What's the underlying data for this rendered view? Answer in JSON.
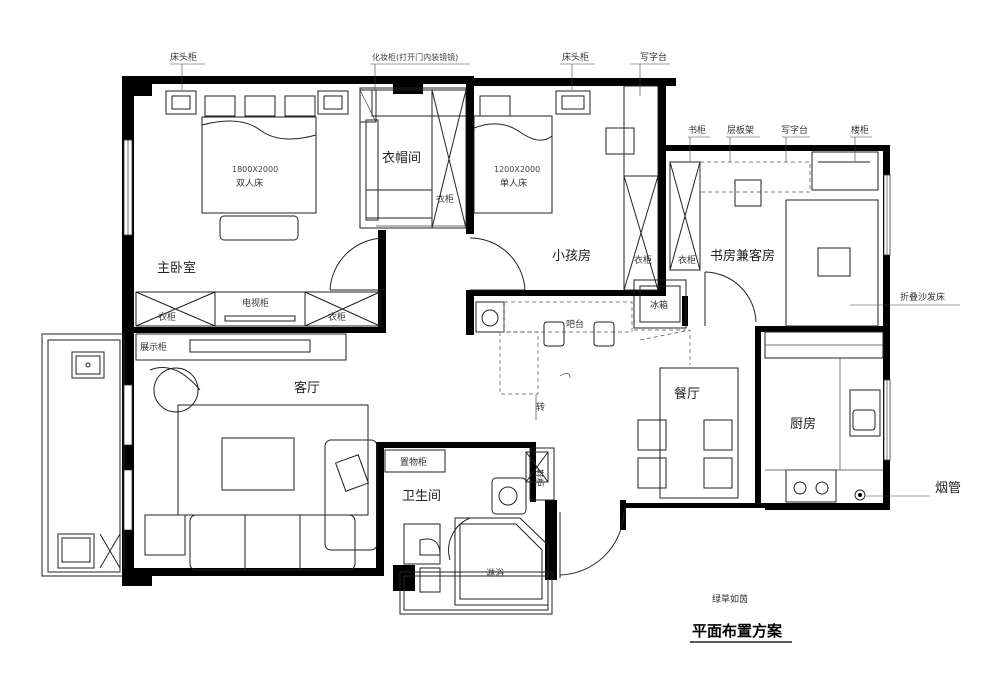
{
  "title": "平面布置方案",
  "signature": "绿草如茵",
  "rooms": {
    "master_bedroom": "主卧室",
    "cloakroom": "衣帽间",
    "kids_room": "小孩房",
    "study_guest": "书房兼客房",
    "living_room": "客厅",
    "dining_room": "餐厅",
    "kitchen": "厨房",
    "bathroom": "卫生间"
  },
  "callouts": {
    "bedside_cabinet_1": "床头柜",
    "dresser": "化妆柜(打开门内装镜镜)",
    "bedside_cabinet_2": "床头柜",
    "desk_1": "写字台",
    "bookcase": "书柜",
    "shelf": "层板架",
    "desk_2": "写字台",
    "wall_cabinet": "楼柜",
    "folding_sofa_bed": "折叠沙发床",
    "flue": "烟管"
  },
  "labels": {
    "double_bed_size": "1800X2000",
    "double_bed": "双人床",
    "single_bed_size": "1200X2000",
    "single_bed": "单人床",
    "wardrobe_cloak": "衣柜",
    "wardrobe_master_left": "衣柜",
    "wardrobe_master_right": "衣柜",
    "tv_cabinet": "电视柜",
    "wardrobe_kids": "衣柜",
    "wardrobe_study": "衣柜",
    "fridge": "冰箱",
    "bar_counter": "吧台",
    "turn": "转",
    "display_cabinet": "展示柜",
    "storage_cabinet": "置物柜",
    "shoe_cabinet": "鞋柜",
    "shower": "淋浴"
  }
}
